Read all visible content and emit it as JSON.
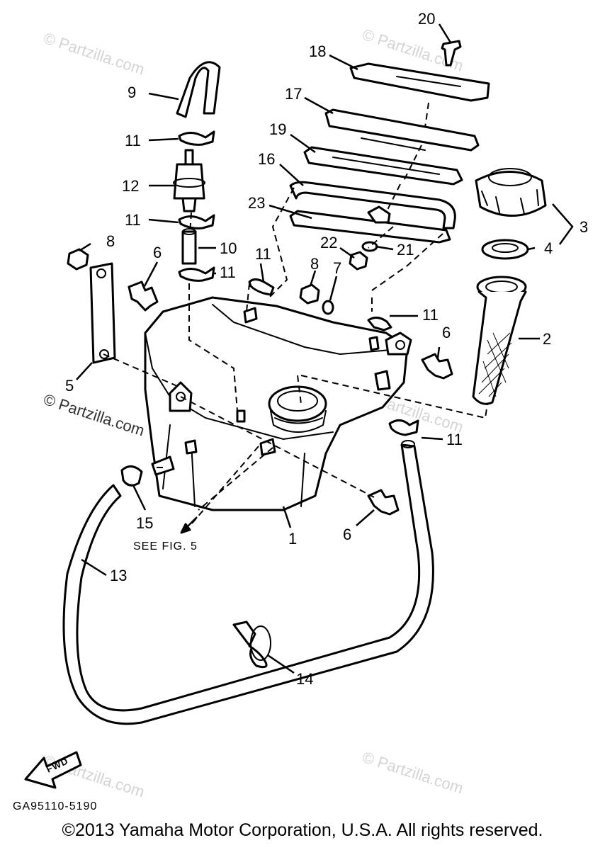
{
  "watermark": "© Partzilla.com",
  "callouts": [
    "1",
    "2",
    "3",
    "4",
    "5",
    "6",
    "6",
    "6",
    "7",
    "8",
    "8",
    "9",
    "10",
    "11",
    "11",
    "11",
    "11",
    "11",
    "11",
    "12",
    "13",
    "14",
    "15",
    "16",
    "17",
    "18",
    "19",
    "20",
    "21",
    "22",
    "23"
  ],
  "note_see_fig": "SEE FIG. 5",
  "fwd_label": "FWD",
  "drawing_code": "GA95110-5190",
  "copyright": "©2013 Yamaha Motor Corporation, U.S.A. All rights reserved."
}
